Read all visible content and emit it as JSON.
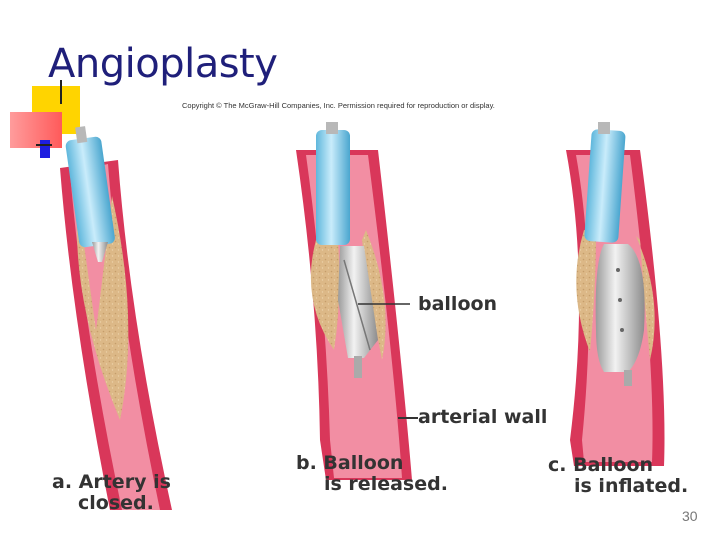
{
  "slide": {
    "title": "Angioplasty",
    "copyright": "Copyright © The McGraw-Hill Companies, Inc. Permission required for reproduction or display.",
    "page_number": "30"
  },
  "diagram": {
    "panels": [
      {
        "id": "a",
        "caption_line1": "a. Artery is",
        "caption_line2": "closed."
      },
      {
        "id": "b",
        "caption_line1": "b. Balloon",
        "caption_line2": "is released."
      },
      {
        "id": "c",
        "caption_line1": "c. Balloon",
        "caption_line2": "is inflated."
      }
    ],
    "callouts": {
      "balloon": "balloon",
      "arterial_wall": "arterial wall"
    }
  },
  "colors": {
    "artery_wall": "#d9375a",
    "artery_lumen": "#f28ea3",
    "plaque": "#dcb887",
    "catheter": "#8fd3ee",
    "balloon": "#c8c8c8",
    "title": "#1f1f7a",
    "deco_yellow": "#ffd400",
    "deco_red": "#ff6b6b",
    "deco_blue": "#1e1ee0"
  }
}
